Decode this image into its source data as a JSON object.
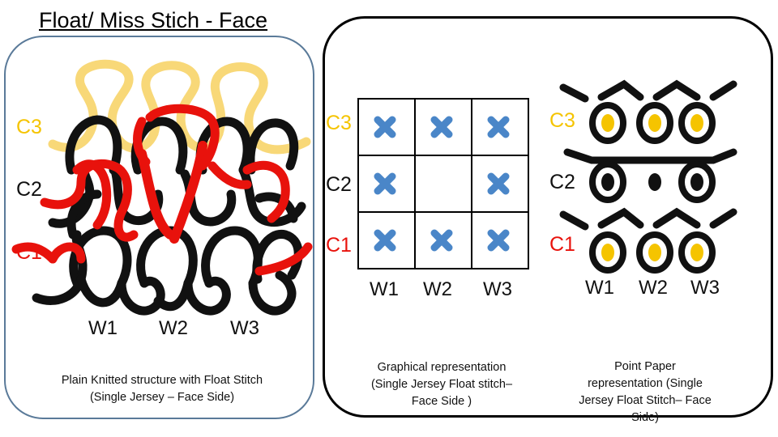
{
  "title": "Float/ Miss Stich -  Face",
  "colors": {
    "red": "#e8120c",
    "yellow": "#f5c400",
    "black": "#111111",
    "cross_blue": "#4a86c8",
    "dot_yellow": "#f5c400",
    "panel_border": "#5a7a99"
  },
  "left_panel": {
    "rows": [
      "C3",
      "C2",
      "C1"
    ],
    "wales": [
      "W1",
      "W2",
      "W3"
    ],
    "caption": [
      "Plain Knitted structure with Float Stitch",
      "(Single Jersey – Face Side)"
    ]
  },
  "graphical": {
    "rows_left": [
      "C3",
      "C2",
      "C1"
    ],
    "rows_right": [
      "C3",
      "C2",
      "C1"
    ],
    "wales": [
      "W1",
      "W2",
      "W3"
    ],
    "grid": [
      [
        "x",
        "x",
        "x"
      ],
      [
        "x",
        "",
        "x"
      ],
      [
        "x",
        "x",
        "x"
      ]
    ],
    "caption": [
      "Graphical representation",
      "(Single Jersey Float stitch–",
      "Face Side )"
    ]
  },
  "point_paper": {
    "wales": [
      "W1",
      "W2",
      "W3"
    ],
    "rows": [
      {
        "course": "C3",
        "marks": [
          "loop",
          "loop",
          "loop"
        ],
        "dot": "yellow"
      },
      {
        "course": "C2",
        "marks": [
          "loop",
          "float",
          "loop"
        ],
        "dot": "black"
      },
      {
        "course": "C1",
        "marks": [
          "loop",
          "loop",
          "loop"
        ],
        "dot": "yellow"
      }
    ],
    "caption": [
      "Point Paper",
      "representation (Single",
      "Jersey Float Stitch– Face",
      "Side)"
    ]
  }
}
